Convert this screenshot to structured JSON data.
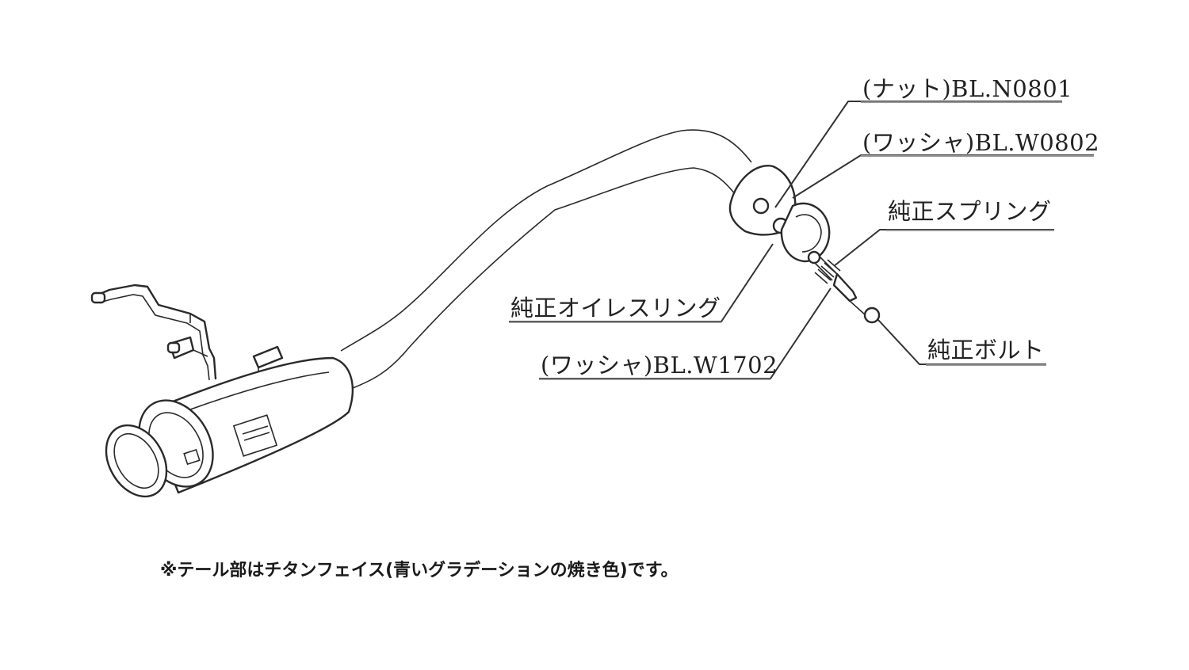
{
  "labels": {
    "nut": "(ナット)BL.N0801",
    "washer_w0802": "(ワッシャ)BL.W0802",
    "genuine_spring": "純正スプリング",
    "genuine_eyelet_ring": "純正オイレスリング",
    "washer_w1702": "(ワッシャ)BL.W1702",
    "genuine_bolt": "純正ボルト"
  },
  "note": "※テール部はチタンフェイス(青いグラデーションの焼き色)です。",
  "colors": {
    "line": "#2a2a2a",
    "underline": "#999999",
    "background": "#ffffff"
  }
}
